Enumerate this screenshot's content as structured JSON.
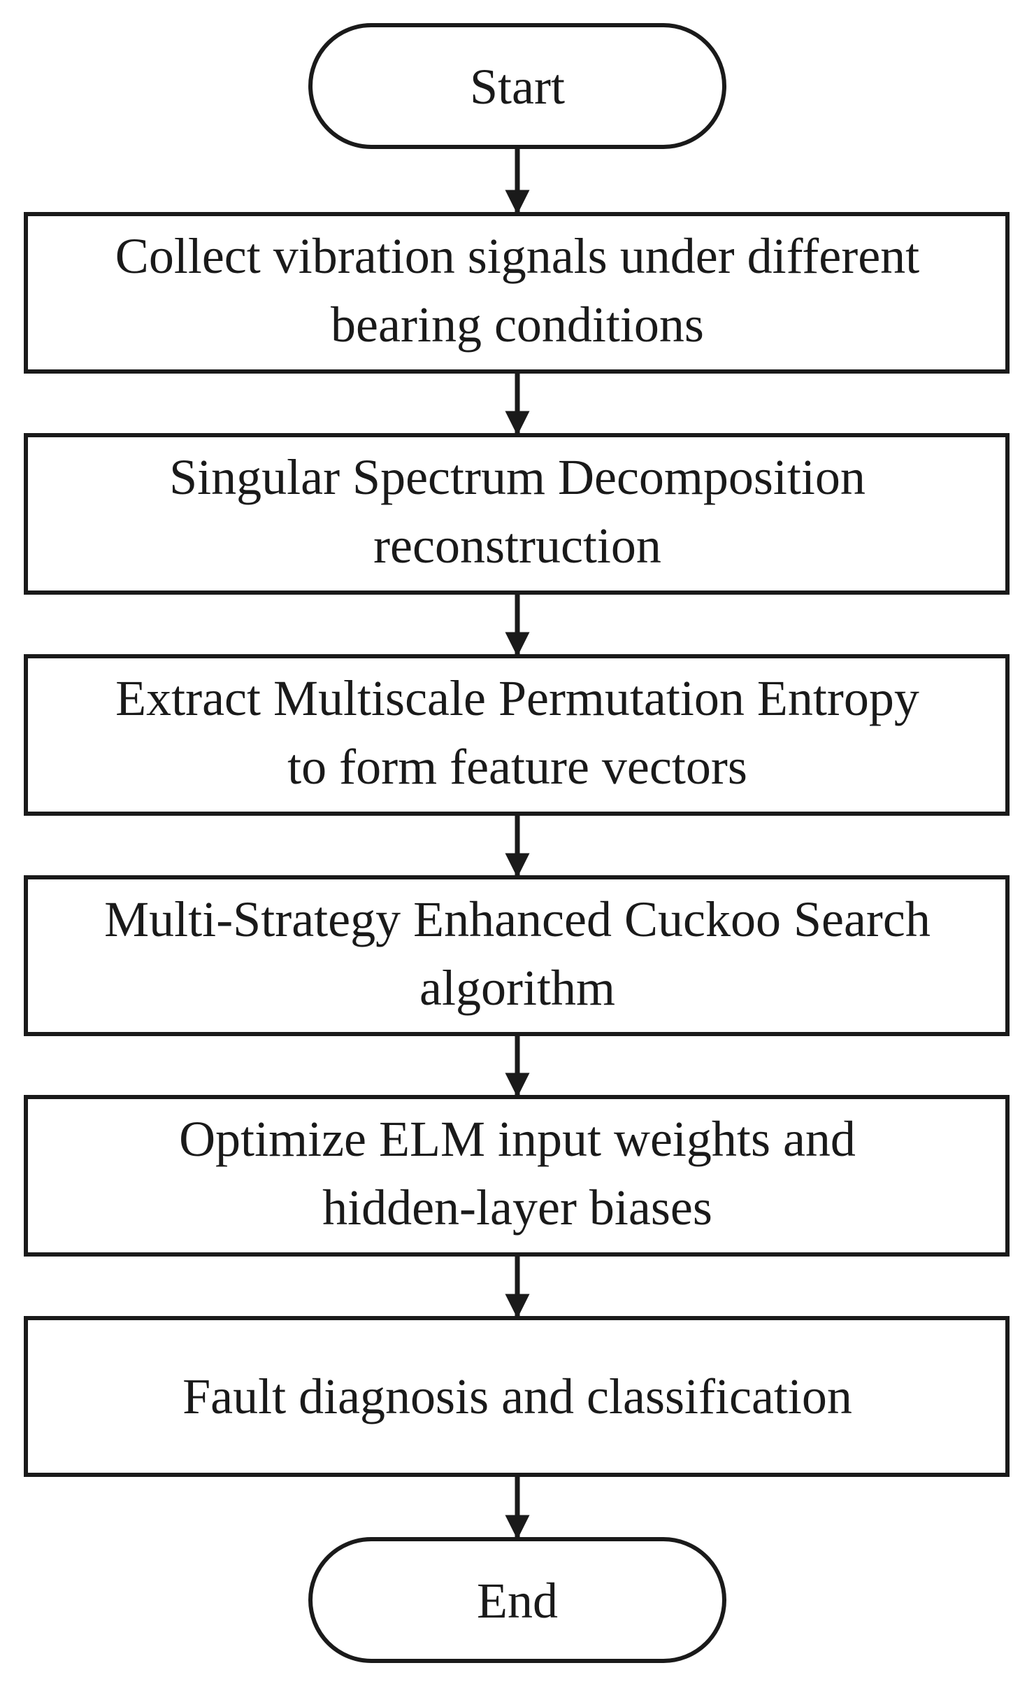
{
  "flowchart": {
    "start": {
      "label": "Start"
    },
    "steps": [
      {
        "lines": [
          "Collect vibration signals under different",
          "bearing conditions"
        ]
      },
      {
        "lines": [
          "Singular Spectrum Decomposition",
          "reconstruction"
        ]
      },
      {
        "lines": [
          "Extract Multiscale Permutation Entropy",
          "to form feature vectors"
        ]
      },
      {
        "lines": [
          "Multi-Strategy Enhanced Cuckoo Search",
          "algorithm"
        ]
      },
      {
        "lines": [
          "Optimize ELM input weights and",
          "hidden-layer biases"
        ]
      },
      {
        "lines": [
          "Fault diagnosis and classification"
        ]
      }
    ],
    "end": {
      "label": "End"
    }
  },
  "colors": {
    "stroke": "#1a1a1a",
    "background": "#ffffff"
  }
}
